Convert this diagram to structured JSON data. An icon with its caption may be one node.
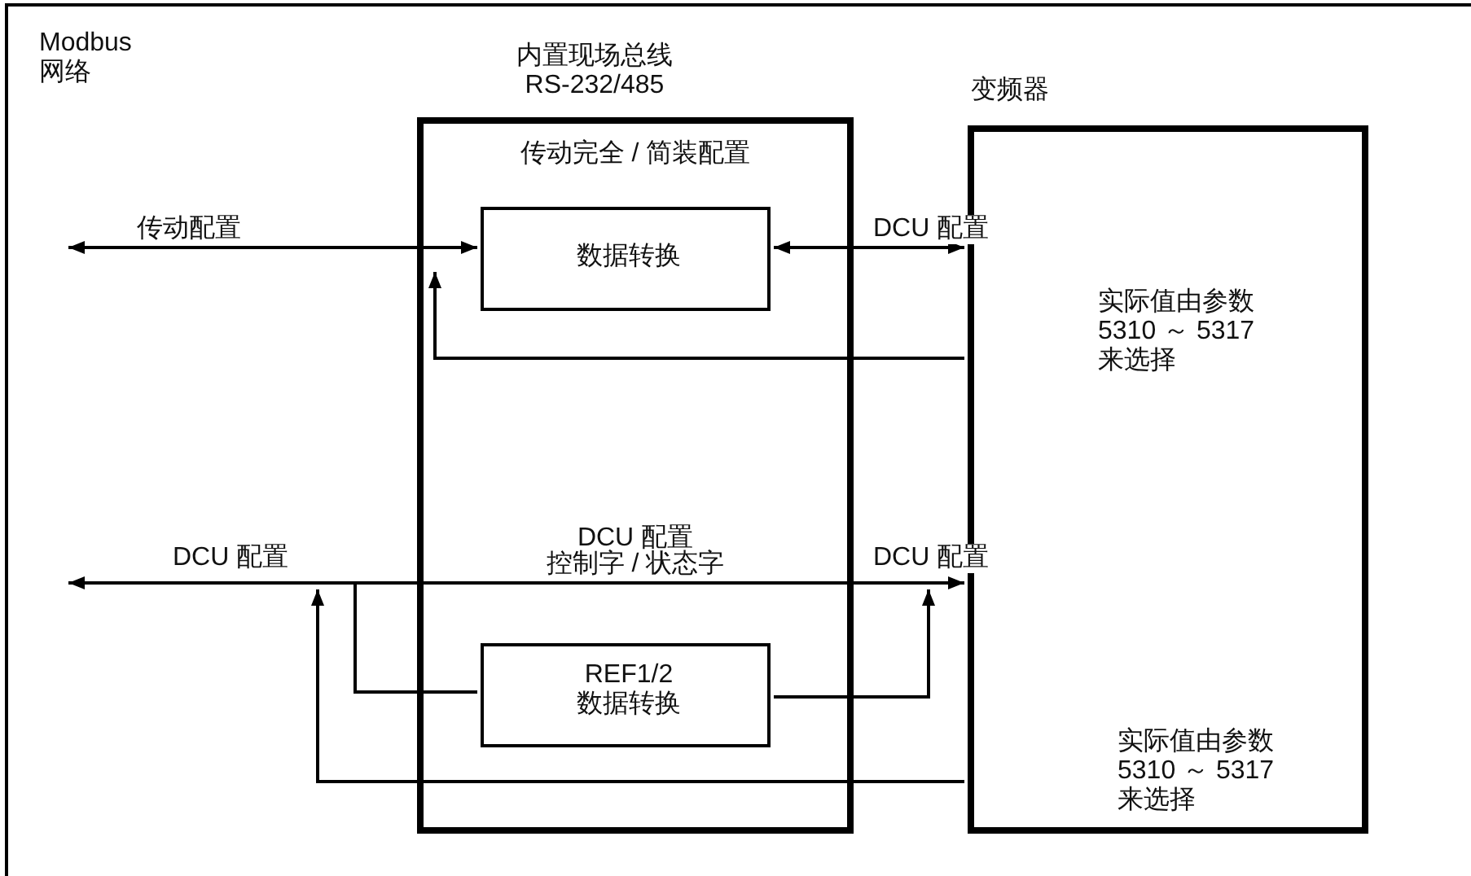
{
  "diagram": {
    "nodes": [
      {
        "text": [
          "内置现场总线 RS-232/485",
          "传动完全 / 简装配置",
          "DCU 配置",
          "控制字 / 状态字"
        ]
      },
      {
        "text": [
          "数据转换"
        ],
        "in": 0
      },
      {
        "text": [
          "REF1/2 数据转换"
        ],
        "in": 0
      },
      {
        "text": [
          "变频器",
          "实际值由参数 5310 ～ 5317 来选择",
          "实际值由参数 5310 ～ 5317 来选择"
        ]
      }
    ],
    "edges": [
      {
        "from": null,
        "to": 1,
        "arrow": "both",
        "label": "传动配置"
      },
      {
        "from": 1,
        "to": 3,
        "arrow": "both",
        "label": "DCU 配置"
      },
      {
        "from": 3,
        "to": 0,
        "arrow": "to"
      },
      {
        "from": null,
        "to": 3,
        "arrow": "both",
        "label": "DCU 配置"
      },
      {
        "from": null,
        "to": 2,
        "arrow": "none"
      },
      {
        "from": 2,
        "to": 3,
        "arrow": "to"
      },
      {
        "from": 3,
        "to": null,
        "arrow": "to"
      }
    ],
    "labels": [
      "Modbus 网络",
      "DCU 配置"
    ]
  }
}
